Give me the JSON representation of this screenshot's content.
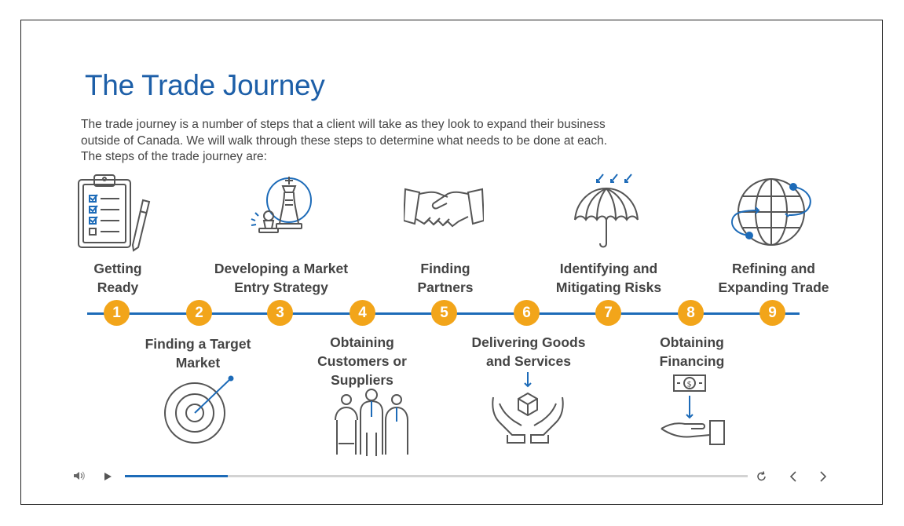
{
  "slide": {
    "title": "The Trade Journey",
    "intro_line1": "The trade journey is a number of steps that a client will take as they look to expand their business",
    "intro_line2": "outside of Canada. We will walk through these steps to determine what needs to be done at each.",
    "intro_line3": "The steps of the trade journey are:"
  },
  "steps": [
    {
      "number": "1",
      "line1": "Getting",
      "line2": "Ready",
      "icon": "clipboard-checklist-icon"
    },
    {
      "number": "2",
      "line1": "Finding a Target",
      "line2": "Market",
      "icon": "target-icon"
    },
    {
      "number": "3",
      "line1": "Developing a Market",
      "line2": "Entry Strategy",
      "icon": "chess-pieces-icon"
    },
    {
      "number": "4",
      "line1": "Obtaining",
      "line2": "Customers or",
      "line3": "Suppliers",
      "icon": "people-group-icon"
    },
    {
      "number": "5",
      "line1": "Finding",
      "line2": "Partners",
      "icon": "handshake-icon"
    },
    {
      "number": "6",
      "line1": "Delivering Goods",
      "line2": "and Services",
      "icon": "hands-package-icon"
    },
    {
      "number": "7",
      "line1": "Identifying and",
      "line2": "Mitigating Risks",
      "icon": "umbrella-rain-icon"
    },
    {
      "number": "8",
      "line1": "Obtaining",
      "line2": "Financing",
      "icon": "hand-money-icon"
    },
    {
      "number": "9",
      "line1": "Refining and",
      "line2": "Expanding Trade",
      "icon": "globe-icon"
    }
  ],
  "colors": {
    "title": "#1d5fa8",
    "accent_circle": "#f2a51a",
    "timeline": "#1d6bb8",
    "icon_stroke": "#555555",
    "icon_accent": "#1d6bb8"
  },
  "player": {
    "volume_icon": "volume-icon",
    "play_icon": "play-icon",
    "replay_icon": "replay-icon",
    "prev_icon": "chevron-left-icon",
    "next_icon": "chevron-right-icon",
    "progress_fraction": 0.165
  }
}
